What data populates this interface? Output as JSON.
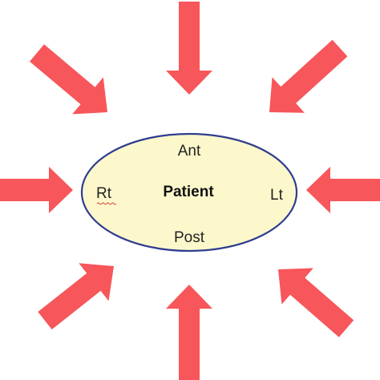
{
  "labels": {
    "center": "Patient",
    "anterior": "Ant",
    "posterior": "Post",
    "right": "Rt",
    "left": "Lt"
  },
  "colors": {
    "arrow": "#f7565a",
    "ellipse_fill": "#fdf8cc",
    "ellipse_stroke": "#2f3d8f"
  }
}
